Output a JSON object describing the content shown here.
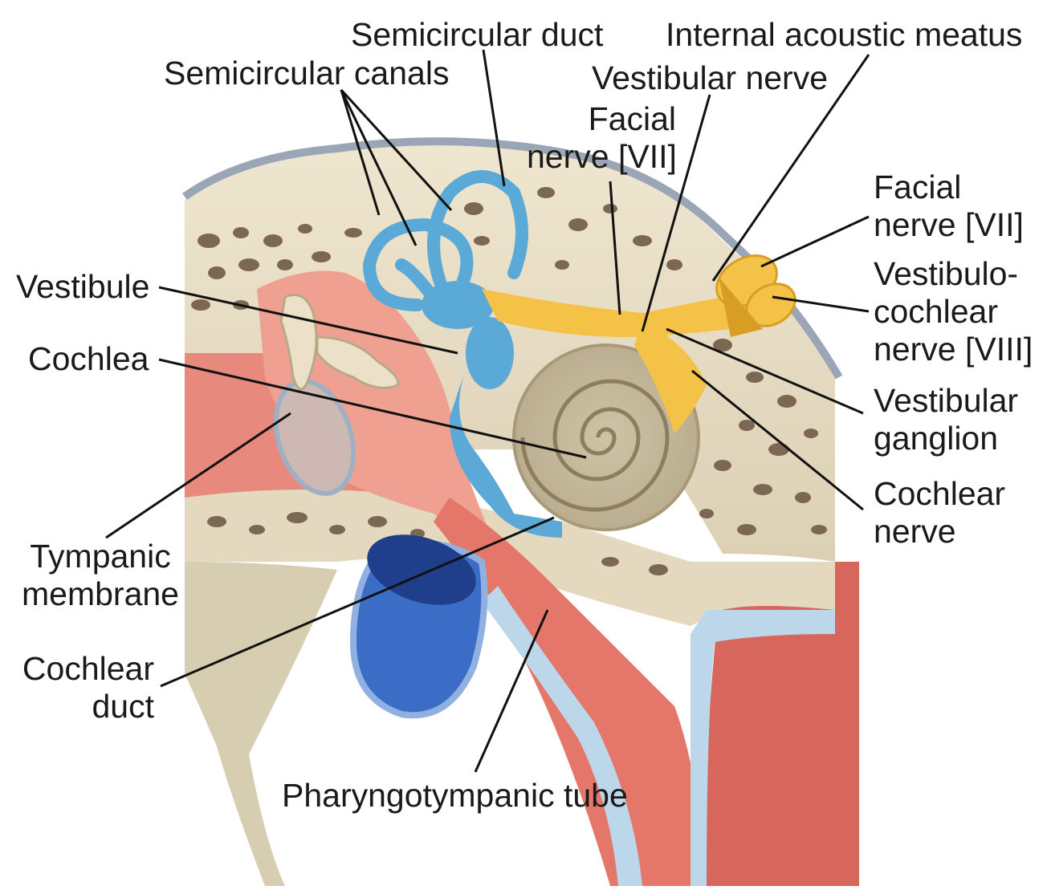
{
  "labels": {
    "semicircular_duct": "Semicircular duct",
    "internal_acoustic_meatus": "Internal acoustic meatus",
    "semicircular_canals": "Semicircular canals",
    "vestibular_nerve": "Vestibular nerve",
    "facial_nerve_top": [
      "Facial",
      "nerve [VII]"
    ],
    "facial_nerve_right": [
      "Facial",
      "nerve [VII]"
    ],
    "vestibulocochlear_nerve": [
      "Vestibulo-",
      "cochlear",
      "nerve [VIII]"
    ],
    "vestibule": "Vestibule",
    "cochlea": "Cochlea",
    "vestibular_ganglion": [
      "Vestibular",
      "ganglion"
    ],
    "cochlear_nerve": [
      "Cochlear",
      "nerve"
    ],
    "tympanic_membrane": [
      "Tympanic",
      "membrane"
    ],
    "cochlear_duct": [
      "Cochlear",
      "duct"
    ],
    "pharyngotympanic_tube": "Pharyngotympanic tube"
  },
  "colors": {
    "bone": "#e6dcc4",
    "bone_hole": "#7a6650",
    "membranous_labyrinth": "#5aa9d6",
    "muscle": "#e5766a",
    "middle_ear": "#f2a394",
    "nerve": "#f4c247",
    "pharyngotympanic_lumen": "#2a56b3",
    "mucosa_blue": "#bcd6ea",
    "leader_line": "#111111"
  }
}
